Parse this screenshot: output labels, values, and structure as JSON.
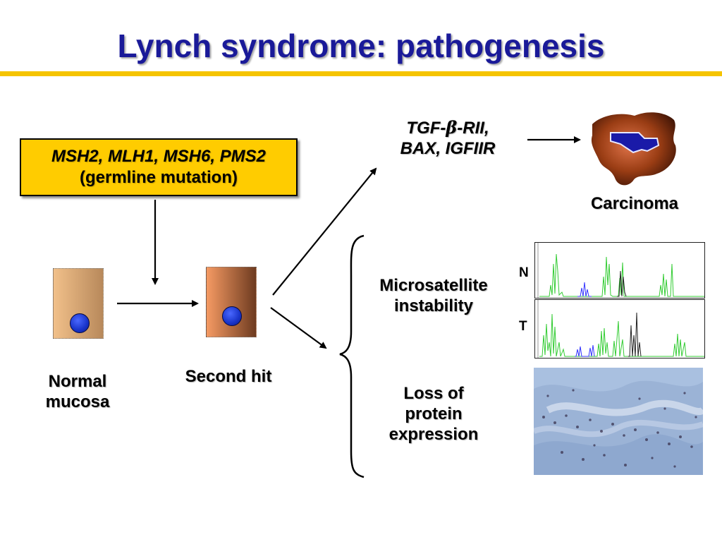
{
  "title": "Lynch syndrome: pathogenesis",
  "colors": {
    "title": "#1a1a99",
    "title_rule": "#f5c400",
    "gene_box": "#ffcc00",
    "nucleus": "#1833c8",
    "trace_normal": "#33cc33",
    "trace_blue": "#3333ff",
    "trace_black": "#222222",
    "tumor": "#8b3a14",
    "tissue": "#9bb3d6"
  },
  "gene_box": {
    "line1": "MSH2, MLH1, MSH6, PMS2",
    "line2": "(germline mutation)"
  },
  "cells": {
    "normal_line1": "Normal",
    "normal_line2": "mucosa",
    "second_hit": "Second hit"
  },
  "pathway_top": {
    "line1_prefix": "TGF-",
    "line1_symbol": "β",
    "line1_suffix": "-RII,",
    "line2": "BAX, IGFIIR"
  },
  "carcinoma": "Carcinoma",
  "msi": {
    "line1": "Microsatellite",
    "line2": "instability"
  },
  "protein_loss": {
    "line1": "Loss of",
    "line2": "protein",
    "line3": "expression"
  },
  "chromatogram": {
    "normal_label": "N",
    "tumor_label": "T"
  }
}
